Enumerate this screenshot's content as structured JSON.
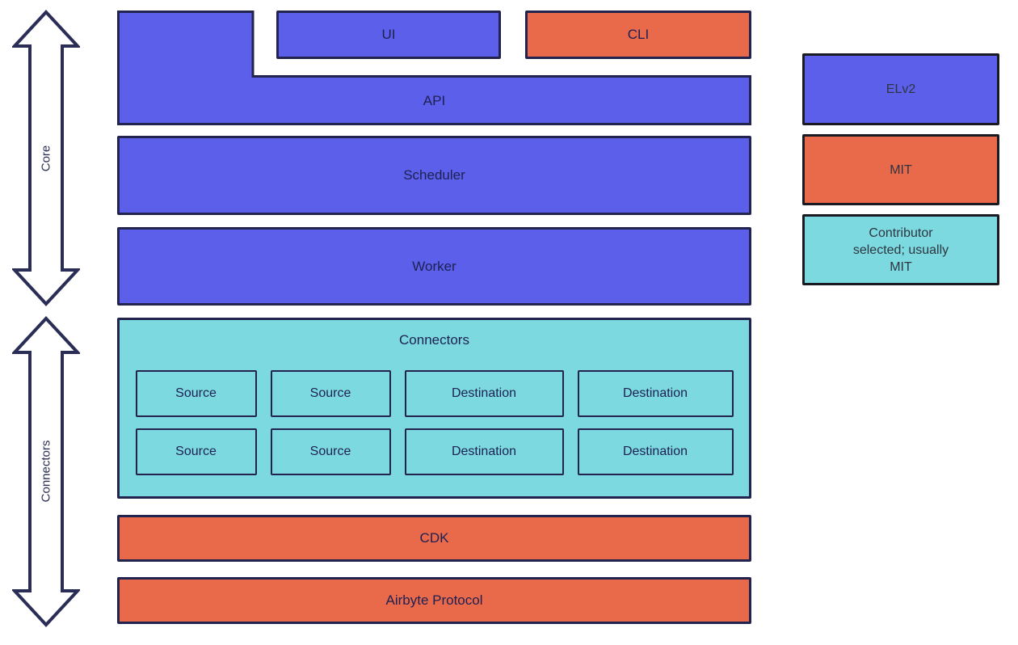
{
  "colors": {
    "background": "#FFFFFF",
    "blue": "#5B5FE9",
    "orange": "#E9694B",
    "teal": "#7CD9E0",
    "navy": "#23234F",
    "ink": "#1D2152",
    "legend_border": "#1A1B22",
    "legend_ink": "#2E3540",
    "arrow_stroke": "#2A2D55"
  },
  "arrows": {
    "core": {
      "label": "Core"
    },
    "connectors": {
      "label": "Connectors"
    }
  },
  "diagram": {
    "ui": {
      "label": "UI"
    },
    "cli": {
      "label": "CLI"
    },
    "api": {
      "label": "API"
    },
    "scheduler": {
      "label": "Scheduler"
    },
    "worker": {
      "label": "Worker"
    },
    "connectors": {
      "title": "Connectors",
      "rows": [
        [
          "Source",
          "Source",
          "Destination",
          "Destination"
        ],
        [
          "Source",
          "Source",
          "Destination",
          "Destination"
        ]
      ]
    },
    "cdk": {
      "label": "CDK"
    },
    "protocol": {
      "label": "Airbyte Protocol"
    }
  },
  "legend": [
    {
      "label": "ELv2",
      "color": "blue"
    },
    {
      "label": "MIT",
      "color": "orange"
    },
    {
      "label": "Contributor selected; usually MIT",
      "color": "teal",
      "lines": [
        "Contributor",
        "selected; usually",
        "MIT"
      ]
    }
  ]
}
